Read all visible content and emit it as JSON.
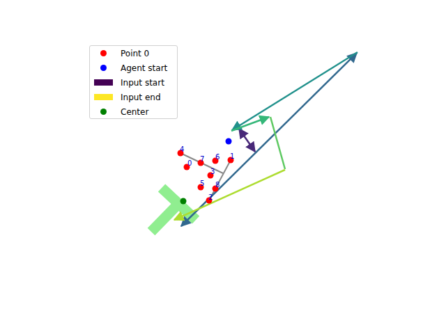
{
  "diagram": {
    "labels": [
      "0",
      "1",
      "2",
      "3",
      "4",
      "5",
      "6",
      "7",
      "8"
    ],
    "legend": [
      {
        "text": "Point 0",
        "color": "#ff0000"
      },
      {
        "text": "Agent start",
        "color": "#0000ff"
      },
      {
        "text": "Input start",
        "color": "#440154"
      },
      {
        "text": "Input end",
        "color": "#fde725"
      },
      {
        "text": "Center",
        "color": "#008000"
      }
    ]
  }
}
